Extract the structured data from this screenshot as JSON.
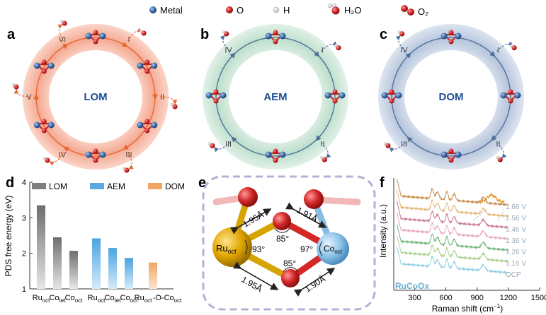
{
  "legend": {
    "metal": "Metal",
    "o": "O",
    "h": "H",
    "h2o": "H₂O",
    "o2": "O₂"
  },
  "panels": {
    "a": {
      "letter": "a",
      "center": "LOM",
      "steps": [
        "I",
        "II",
        "III",
        "IV",
        "V",
        "VI"
      ],
      "color": "#f2a58f"
    },
    "b": {
      "letter": "b",
      "center": "AEM",
      "steps": [
        "I",
        "II",
        "III",
        "IV"
      ],
      "color": "#b9dcc9"
    },
    "c": {
      "letter": "c",
      "center": "DOM",
      "steps": [
        "I",
        "II",
        "III",
        "IV"
      ],
      "color": "#b3c3da"
    },
    "d": {
      "letter": "d"
    },
    "e": {
      "letter": "e",
      "ru_label": "Ru",
      "ru_sub": "oct",
      "co_label": "Co",
      "co_sub": "oct",
      "distances": [
        "1.95Å",
        "1.91Å",
        "1.95Å",
        "1.90Å"
      ],
      "angles": [
        "85°",
        "93°",
        "97°",
        "85°"
      ]
    },
    "f": {
      "letter": "f"
    }
  },
  "chart_data": [
    {
      "type": "bar",
      "panel": "d",
      "ylabel": "PDS free energy (eV)",
      "ylim": [
        1,
        4
      ],
      "yticks": [
        "1",
        "2",
        "3",
        "4"
      ],
      "legend": [
        {
          "name": "LOM",
          "color": "#7f7f7f"
        },
        {
          "name": "AEM",
          "color": "#5aa9df"
        },
        {
          "name": "DOM",
          "color": "#f2a461"
        }
      ],
      "categories": [
        {
          "main": "Ru",
          "sub": "oct"
        },
        {
          "main": "Co",
          "sub": "tet"
        },
        {
          "main": "Co",
          "sub": "oct"
        },
        {
          "main": "Ru",
          "sub": "oct"
        },
        {
          "main": "Co",
          "sub": "tet"
        },
        {
          "main": "Co",
          "sub": "oct"
        },
        {
          "main": "Ru",
          "sub": "oct"
        },
        {
          "main": "-O-Co",
          "sub": "oct"
        }
      ],
      "series": [
        {
          "name": "LOM",
          "color": "#7f7f7f",
          "values": [
            3.35,
            2.45,
            2.07
          ]
        },
        {
          "name": "AEM",
          "color": "#5aa9df",
          "values": [
            2.42,
            2.15,
            1.87
          ]
        },
        {
          "name": "DOM",
          "color": "#f2a461",
          "values": [
            1.74
          ]
        }
      ]
    },
    {
      "type": "line",
      "panel": "f",
      "xlabel": "Raman shift (cm",
      "xlabel_sup": "−1",
      "xlabel_end": ")",
      "ylabel": "Intensity (a.u.)",
      "xlim": [
        100,
        1500
      ],
      "xticks": [
        "300",
        "600",
        "900",
        "1200",
        "1500"
      ],
      "sample_label": "RuCoOx",
      "series": [
        {
          "name": "1.66 V",
          "color": "#c58b4a"
        },
        {
          "name": "1.56 V",
          "color": "#e2b77a"
        },
        {
          "name": "1.46 V",
          "color": "#c87a93"
        },
        {
          "name": "1.36 V",
          "color": "#e7a8bf"
        },
        {
          "name": "1.26 V",
          "color": "#6fb57a"
        },
        {
          "name": "1.16 V",
          "color": "#a8cf8a"
        },
        {
          "name": "OCP",
          "color": "#8fcfe0"
        }
      ]
    }
  ]
}
